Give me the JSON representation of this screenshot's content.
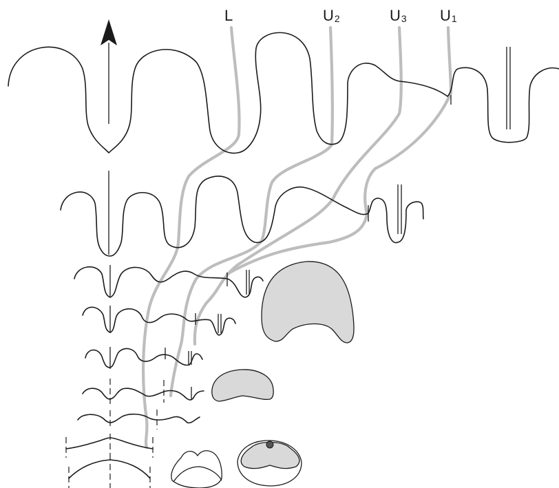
{
  "lobe_labels": [
    {
      "id": "L",
      "main": "L",
      "sub": ""
    },
    {
      "id": "U2",
      "main": "U",
      "sub": "2"
    },
    {
      "id": "U3",
      "main": "U",
      "sub": "3"
    },
    {
      "id": "U1",
      "main": "U",
      "sub": "1"
    }
  ],
  "colors": {
    "suture_line": "#1a1a1a",
    "lobe_trace": "#bdbdbd",
    "section_fill": "#d9d9d9"
  },
  "icons": {
    "arrow": "arrow-up-icon",
    "siphuncle": "siphuncle-marker-icon"
  }
}
